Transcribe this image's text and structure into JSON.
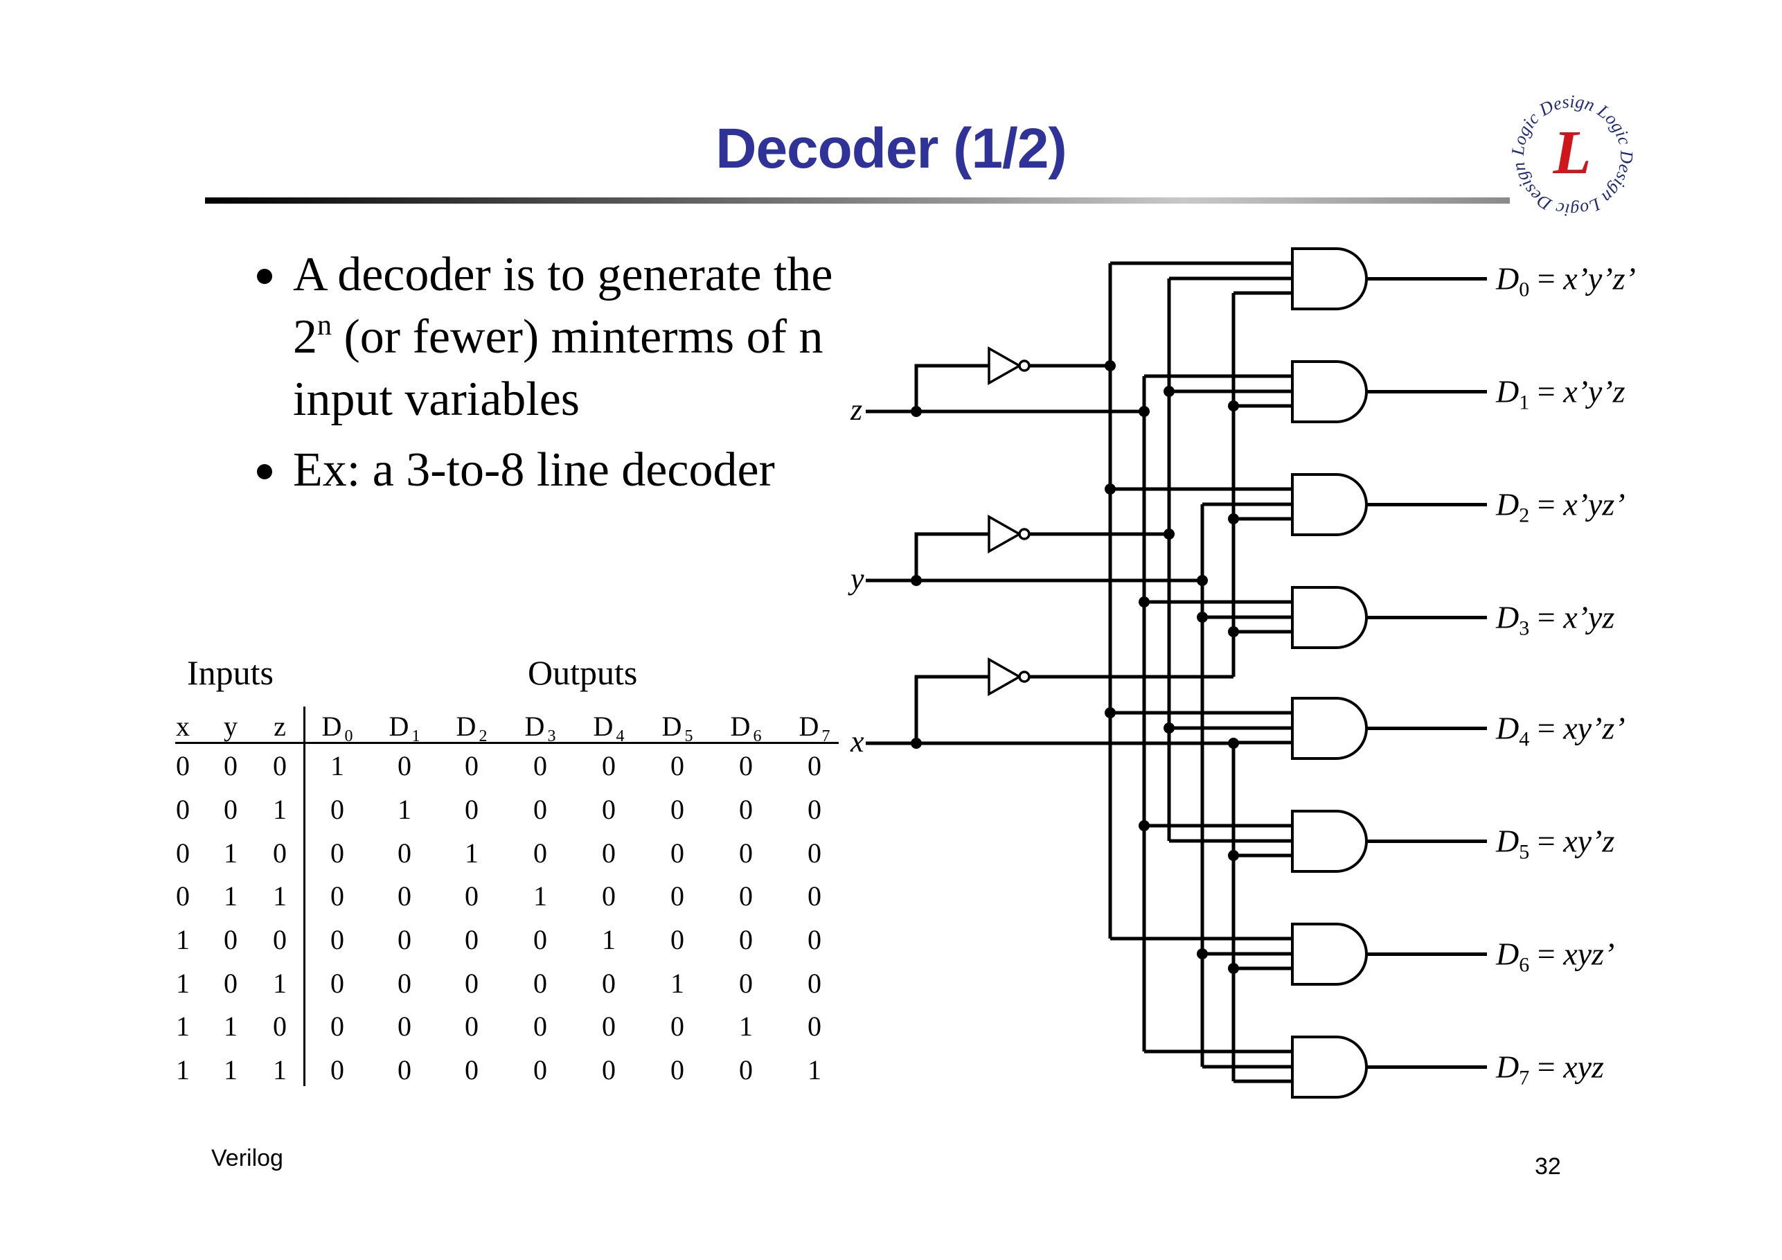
{
  "slide": {
    "title": "Decoder (1/2)",
    "logo": {
      "icon": "logic-design-logo-icon",
      "ring_text": "Logic Design",
      "letter": "L",
      "ring_color": "#1f2a7a",
      "letter_color": "#d0161b"
    },
    "bullets": [
      {
        "text_before_sup": "A decoder is to generate the 2",
        "sup": "n",
        "text_after_sup": " (or fewer) minterms of n input variables"
      },
      {
        "text_before_sup": "Ex: a 3-to-8 line decoder",
        "sup": "",
        "text_after_sup": ""
      }
    ],
    "footer_left": "Verilog",
    "page_number": "32",
    "title_color": "#2f3399"
  },
  "truth_table": {
    "inputs_label": "Inputs",
    "outputs_label": "Outputs",
    "input_headers": [
      "x",
      "y",
      "z"
    ],
    "output_headers": [
      {
        "base": "D",
        "sub": "0"
      },
      {
        "base": "D",
        "sub": "1"
      },
      {
        "base": "D",
        "sub": "2"
      },
      {
        "base": "D",
        "sub": "3"
      },
      {
        "base": "D",
        "sub": "4"
      },
      {
        "base": "D",
        "sub": "5"
      },
      {
        "base": "D",
        "sub": "6"
      },
      {
        "base": "D",
        "sub": "7"
      }
    ],
    "rows": [
      {
        "inputs": [
          "0",
          "0",
          "0"
        ],
        "outputs": [
          "1",
          "0",
          "0",
          "0",
          "0",
          "0",
          "0",
          "0"
        ]
      },
      {
        "inputs": [
          "0",
          "0",
          "1"
        ],
        "outputs": [
          "0",
          "1",
          "0",
          "0",
          "0",
          "0",
          "0",
          "0"
        ]
      },
      {
        "inputs": [
          "0",
          "1",
          "0"
        ],
        "outputs": [
          "0",
          "0",
          "1",
          "0",
          "0",
          "0",
          "0",
          "0"
        ]
      },
      {
        "inputs": [
          "0",
          "1",
          "1"
        ],
        "outputs": [
          "0",
          "0",
          "0",
          "1",
          "0",
          "0",
          "0",
          "0"
        ]
      },
      {
        "inputs": [
          "1",
          "0",
          "0"
        ],
        "outputs": [
          "0",
          "0",
          "0",
          "0",
          "1",
          "0",
          "0",
          "0"
        ]
      },
      {
        "inputs": [
          "1",
          "0",
          "1"
        ],
        "outputs": [
          "0",
          "0",
          "0",
          "0",
          "0",
          "1",
          "0",
          "0"
        ]
      },
      {
        "inputs": [
          "1",
          "1",
          "0"
        ],
        "outputs": [
          "0",
          "0",
          "0",
          "0",
          "0",
          "0",
          "1",
          "0"
        ]
      },
      {
        "inputs": [
          "1",
          "1",
          "1"
        ],
        "outputs": [
          "0",
          "0",
          "0",
          "0",
          "0",
          "0",
          "0",
          "1"
        ]
      }
    ]
  },
  "circuit": {
    "inputs": [
      "z",
      "y",
      "x"
    ],
    "gate_type": "AND",
    "inverter_count": 3,
    "outputs": [
      {
        "name": "D",
        "sub": "0",
        "expr": "x’y’z’"
      },
      {
        "name": "D",
        "sub": "1",
        "expr": "x’y’z"
      },
      {
        "name": "D",
        "sub": "2",
        "expr": "x’yz’"
      },
      {
        "name": "D",
        "sub": "3",
        "expr": "x’yz"
      },
      {
        "name": "D",
        "sub": "4",
        "expr": "xy’z’"
      },
      {
        "name": "D",
        "sub": "5",
        "expr": "xy’z"
      },
      {
        "name": "D",
        "sub": "6",
        "expr": "xyz’"
      },
      {
        "name": "D",
        "sub": "7",
        "expr": "xyz"
      }
    ],
    "gate_inputs": [
      [
        "z’",
        "y’",
        "x’"
      ],
      [
        "z",
        "y’",
        "x’"
      ],
      [
        "z’",
        "y",
        "x’"
      ],
      [
        "z",
        "y",
        "x’"
      ],
      [
        "z’",
        "y’",
        "x"
      ],
      [
        "z",
        "y’",
        "x"
      ],
      [
        "z’",
        "y",
        "x"
      ],
      [
        "z",
        "y",
        "x"
      ]
    ]
  }
}
